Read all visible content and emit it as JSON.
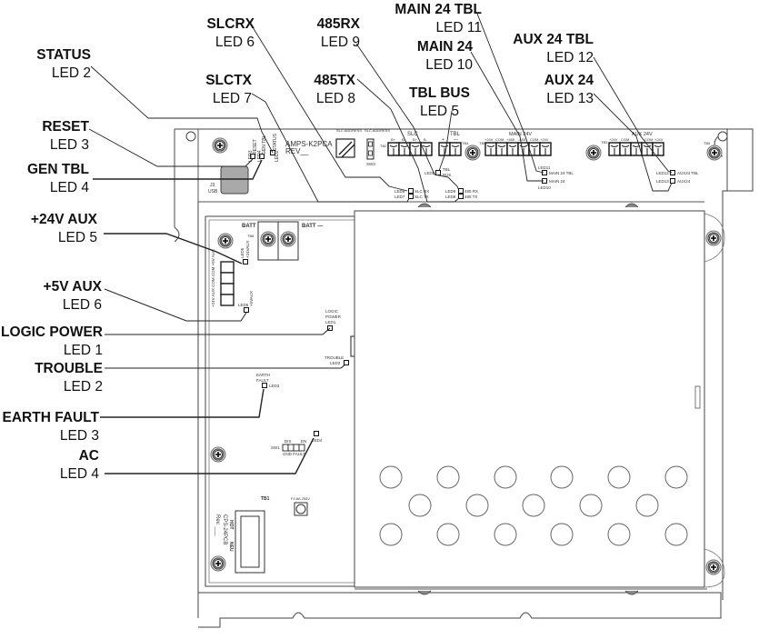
{
  "diagram": {
    "description": "Fire alarm control panel board layout with LED callouts",
    "board_labels": {
      "model": "AMPS-K2PCA",
      "rev": "REV__",
      "usb_connector": "J3",
      "usb_label": "USB",
      "slc_header": "SLC",
      "slc_address_header": "SLC ADDRESS",
      "slc_address_header2": "SLC ADDRESS",
      "sw3": "SW3",
      "tbl_header": "TBL",
      "main24_header": "MAIN 24V",
      "aux24_header": "AUX 24V",
      "tb2": "TB2",
      "tb3": "TB3",
      "tb4": "TB4",
      "tb5": "TB5",
      "tb6": "TB6",
      "tb1": "TB1",
      "tb8": "TB8",
      "slc_terminals": [
        "B+",
        "B-",
        "B+",
        "B-"
      ],
      "tbl_terminals": [
        "+",
        "—"
      ],
      "main_terminals": [
        "+24V",
        "COM",
        "+485",
        "-485",
        "COM",
        "+24V"
      ],
      "aux_terminals": [
        "+24V",
        "COM",
        "COM",
        "+24V"
      ],
      "led_tags_top": {
        "led3": "LED3",
        "reset": "RESET",
        "led4": "LED4",
        "gentbl": "GEN TBL",
        "led2": "LED2",
        "status": "STATUS",
        "led6": "LED6",
        "slcrx": "SLC RX",
        "led7": "LED7",
        "slctx": "SLC TX",
        "led5": "LED5",
        "tblbus1": "TBL",
        "tblbus2": "BUS",
        "led9": "LED9",
        "rx485": "485 RX",
        "led8": "LED8",
        "tx485": "485 TX",
        "led11": "LED11",
        "main24tbl": "MAIN 24 TBL",
        "led10": "LED10",
        "main24": "MAIN 24",
        "led12": "LED12",
        "aux24tbl": "AUX24 TBL",
        "led13": "LED13",
        "aux24": "AUX24"
      },
      "power_supply": {
        "batt_plus": "BATT +",
        "batt_minus": "BATT —",
        "tb8": "TB8",
        "aux_strip": "+24V AUX COM COM +5V AUX",
        "led5": "LED5",
        "p24aux": "+24VAUX",
        "led6": "LED6",
        "p5aux": "+5VAUX",
        "logic1": "LOGIC",
        "logic2": "POWER",
        "logic3": "LED1",
        "trouble1": "TROUBLE",
        "trouble2": "LED2",
        "earth1": "EARTH",
        "earth2": "FAULT",
        "earth3": "LED3",
        "dis": "DIS",
        "en": "EN",
        "sw1": "SW1",
        "gnd_fault": "GND FAULT",
        "led4": "LED4",
        "tb1": "TB1",
        "fuse": "F4 8A 250V",
        "hot": "HOT",
        "neu": "NEU",
        "cps": "CPS-24PCB",
        "rev": "Rev. ___"
      }
    },
    "callouts": [
      {
        "id": "slcrx",
        "title": "SLCRX",
        "led": "LED 6"
      },
      {
        "id": "rx485",
        "title": "485RX",
        "led": "LED 9"
      },
      {
        "id": "main24tbl",
        "title": "MAIN 24 TBL",
        "led": "LED 11"
      },
      {
        "id": "status",
        "title": "STATUS",
        "led": "LED 2"
      },
      {
        "id": "main24",
        "title": "MAIN 24",
        "led": "LED 10"
      },
      {
        "id": "aux24tbl",
        "title": "AUX 24 TBL",
        "led": "LED 12"
      },
      {
        "id": "slctx",
        "title": "SLCTX",
        "led": "LED 7"
      },
      {
        "id": "tx485",
        "title": "485TX",
        "led": "LED 8"
      },
      {
        "id": "aux24",
        "title": "AUX 24",
        "led": "LED 13"
      },
      {
        "id": "tblbus",
        "title": "TBL BUS",
        "led": "LED 5"
      },
      {
        "id": "reset",
        "title": "RESET",
        "led": "LED 3"
      },
      {
        "id": "gentbl",
        "title": "GEN TBL",
        "led": "LED 4"
      },
      {
        "id": "p24aux",
        "title": "+24V AUX",
        "led": "LED 5"
      },
      {
        "id": "p5aux",
        "title": "+5V AUX",
        "led": "LED 6"
      },
      {
        "id": "logicpower",
        "title": "LOGIC POWER",
        "led": "LED 1"
      },
      {
        "id": "trouble",
        "title": "TROUBLE",
        "led": "LED 2"
      },
      {
        "id": "earthfault",
        "title": "EARTH FAULT",
        "led": "LED 3"
      },
      {
        "id": "ac",
        "title": "AC",
        "led": "LED 4"
      }
    ],
    "colors": {
      "line": "#333333",
      "usb_fill": "#a9a9a9",
      "screw_ring": "#555555",
      "text": "#111111"
    }
  }
}
